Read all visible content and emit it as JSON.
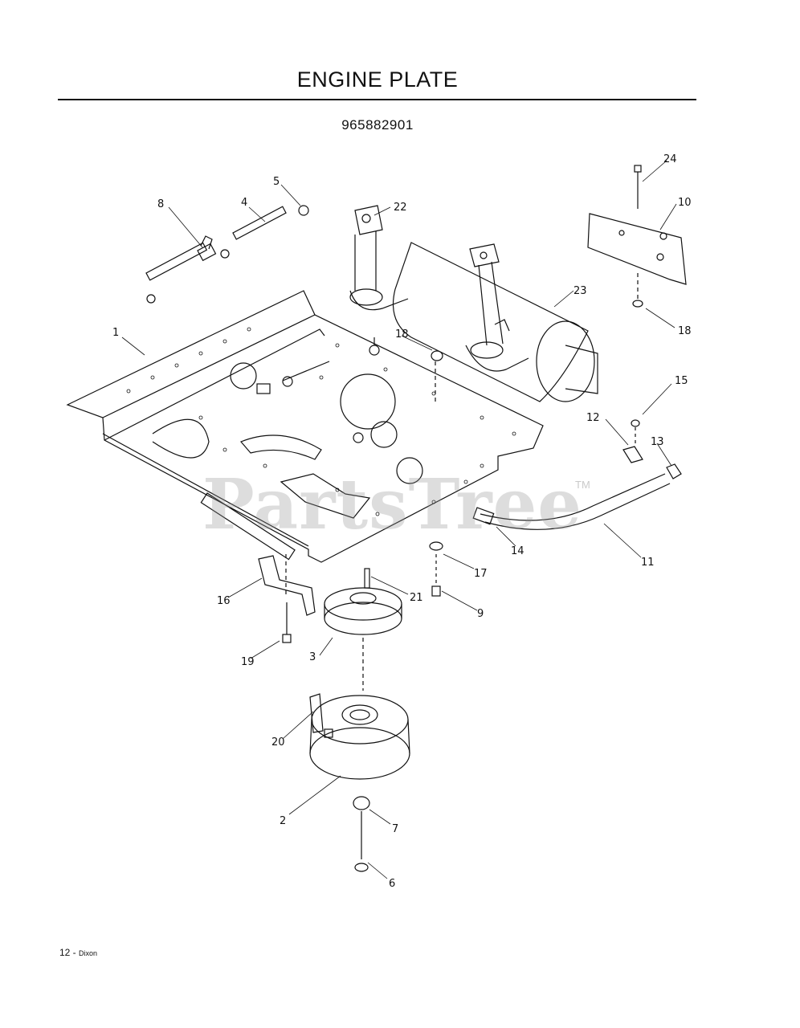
{
  "header": {
    "title": "ENGINE PLATE",
    "part_number": "965882901"
  },
  "callouts": {
    "c1": "1",
    "c2": "2",
    "c3": "3",
    "c4": "4",
    "c5": "5",
    "c6": "6",
    "c7": "7",
    "c8": "8",
    "c9": "9",
    "c10": "10",
    "c11": "11",
    "c12": "12",
    "c13": "13",
    "c14": "14",
    "c15": "15",
    "c16": "16",
    "c17": "17",
    "c18a": "18",
    "c18b": "18",
    "c19": "19",
    "c20": "20",
    "c21": "21",
    "c22": "22",
    "c23": "23",
    "c24": "24"
  },
  "watermark": {
    "text": "PartsTree",
    "tm": "TM"
  },
  "footer": {
    "page": "12 - ",
    "brand": "Dixon"
  }
}
